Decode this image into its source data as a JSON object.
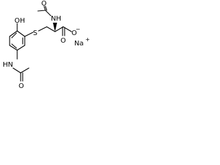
{
  "structure": {
    "atom_labels": {
      "hydroxyl": "OH",
      "thioether": "S",
      "amide_nh_top": "NH",
      "amide_nh_ring": "HN",
      "carbonyl_o_acid": "O",
      "carboxylate_o": "O",
      "carboxylate_charge": "−",
      "counterion": "Na",
      "counterion_charge": "+",
      "acetyl_o_top": "O",
      "acetyl_o_ring": "O"
    }
  }
}
